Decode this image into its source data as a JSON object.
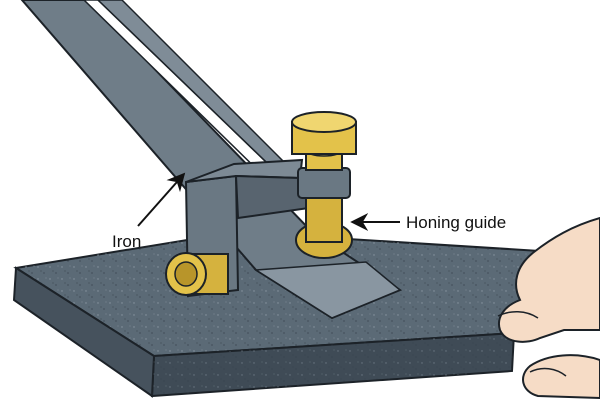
{
  "labels": {
    "iron": "Iron",
    "honing_guide": "Honing guide"
  },
  "colors": {
    "background": "#ffffff",
    "stone_top": "#5b6a76",
    "stone_side": "#3f4b56",
    "steel": "#6f7d88",
    "steel_dark": "#4a5661",
    "brass": "#e3c24a",
    "brass_dark": "#b8952a",
    "skin": "#f6dcc6",
    "outline": "#1c2228"
  },
  "icons": [
    "arrow-iron",
    "arrow-honing-guide"
  ]
}
